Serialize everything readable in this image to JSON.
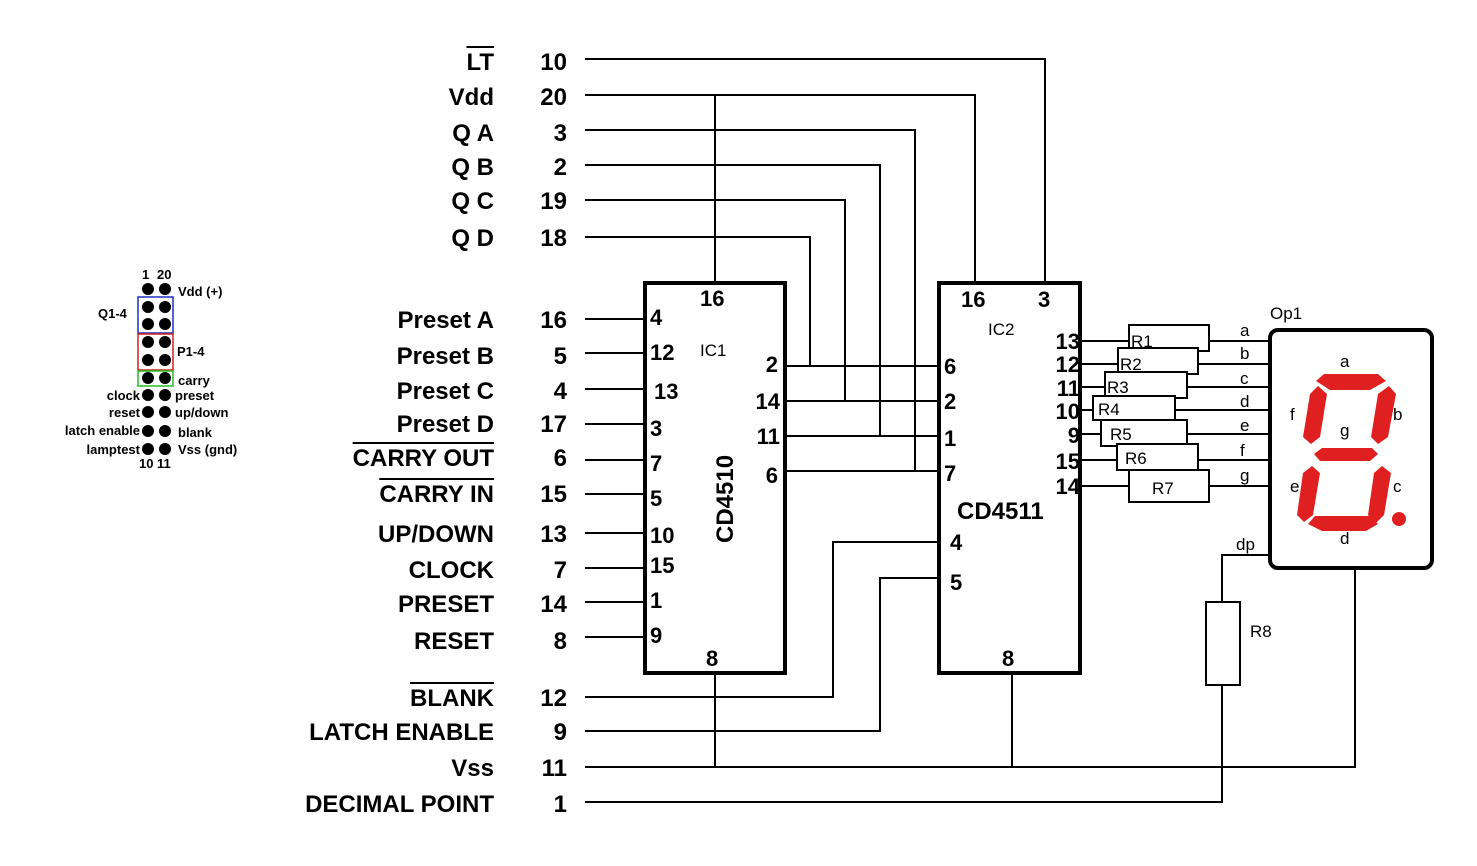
{
  "connector": {
    "top_numbers": [
      "1",
      "20"
    ],
    "bottom_numbers": [
      "10",
      "11"
    ],
    "vdd": "Vdd (+)",
    "q_group": "Q1-4",
    "p_group": "P1-4",
    "carry": "carry",
    "clock": "clock",
    "preset": "preset",
    "reset": "reset",
    "updown": "up/down",
    "latch_enable": "latch enable",
    "blank": "blank",
    "lamptest": "lamptest",
    "vss": "Vss (gnd)",
    "colors": {
      "q": "#1f2fbf",
      "p": "#d42020",
      "carry": "#22c022"
    }
  },
  "signals": [
    {
      "name": "LT",
      "pin": "10"
    },
    {
      "name": "Vdd",
      "pin": "20"
    },
    {
      "name": "Q A",
      "pin": "3"
    },
    {
      "name": "Q B",
      "pin": "2"
    },
    {
      "name": "Q C",
      "pin": "19"
    },
    {
      "name": "Q D",
      "pin": "18"
    },
    {
      "name": "Preset A",
      "pin": "16"
    },
    {
      "name": "Preset B",
      "pin": "5"
    },
    {
      "name": "Preset C",
      "pin": "4"
    },
    {
      "name": "Preset D",
      "pin": "17"
    },
    {
      "name": "CARRY OUT",
      "pin": "6"
    },
    {
      "name": "CARRY IN",
      "pin": "15"
    },
    {
      "name": "UP/DOWN",
      "pin": "13"
    },
    {
      "name": "CLOCK",
      "pin": "7"
    },
    {
      "name": "PRESET",
      "pin": "14"
    },
    {
      "name": "RESET",
      "pin": "8"
    },
    {
      "name": "BLANK",
      "pin": "12"
    },
    {
      "name": "LATCH ENABLE",
      "pin": "9"
    },
    {
      "name": "Vss",
      "pin": "11"
    },
    {
      "name": "DECIMAL POINT",
      "pin": "1"
    }
  ],
  "ic1": {
    "ref": "IC1",
    "part": "CD4510",
    "top_pin": "16",
    "bottom_pin": "8",
    "left_pins": [
      "4",
      "12",
      "13",
      "3",
      "7",
      "5",
      "10",
      "15",
      "1",
      "9"
    ],
    "right_pins": [
      "2",
      "14",
      "11",
      "6"
    ]
  },
  "ic2": {
    "ref": "IC2",
    "part": "CD4511",
    "top_pins": [
      "16",
      "3"
    ],
    "bottom_pin": "8",
    "left_pins": [
      "6",
      "2",
      "1",
      "7",
      "4",
      "5"
    ],
    "right_pins": [
      "13",
      "12",
      "11",
      "10",
      "9",
      "15",
      "14"
    ]
  },
  "resistors": [
    "R1",
    "R2",
    "R3",
    "R4",
    "R5",
    "R6",
    "R7",
    "R8"
  ],
  "segment_wires": [
    "a",
    "b",
    "c",
    "d",
    "e",
    "f",
    "g",
    "dp"
  ],
  "display": {
    "ref": "Op1",
    "seg_labels": [
      "a",
      "b",
      "c",
      "d",
      "e",
      "f",
      "g"
    ],
    "segment_color": "#e02020"
  }
}
